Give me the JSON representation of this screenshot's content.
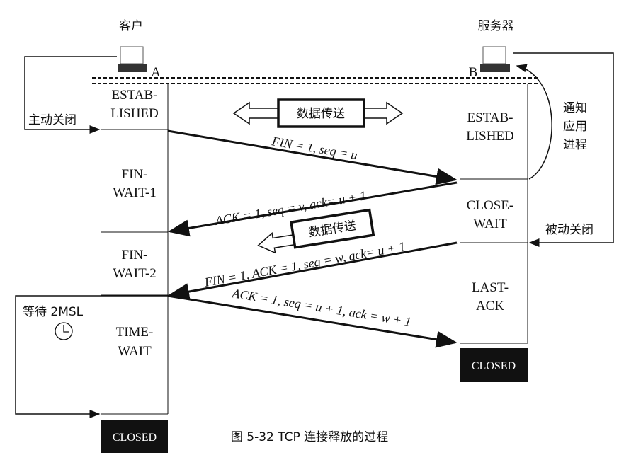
{
  "client": {
    "label": "客户",
    "host": "A"
  },
  "server": {
    "label": "服务器",
    "host": "B"
  },
  "client_states": [
    [
      "ESTAB-",
      "LISHED"
    ],
    [
      "FIN-",
      "WAIT-1"
    ],
    [
      "FIN-",
      "WAIT-2"
    ],
    [
      "TIME-",
      "WAIT"
    ]
  ],
  "server_states": [
    [
      "ESTAB-",
      "LISHED"
    ],
    [
      "CLOSE-",
      "WAIT"
    ],
    [
      "LAST-",
      "ACK"
    ]
  ],
  "closed_label": "CLOSED",
  "active_close": "主动关闭",
  "passive_close": "被动关闭",
  "notify_app": [
    "通知",
    "应用",
    "进程"
  ],
  "wait_2msl": "等待 2MSL",
  "data_transfer": "数据传送",
  "segments": [
    "FIN = 1, seq = u",
    "ACK = 1, seq = v, ack= u + 1",
    "FIN = 1, ACK = 1, seq = w, ack= u + 1",
    "ACK = 1, seq = u + 1, ack = w + 1"
  ],
  "caption": "图 5-32   TCP 连接释放的过程"
}
